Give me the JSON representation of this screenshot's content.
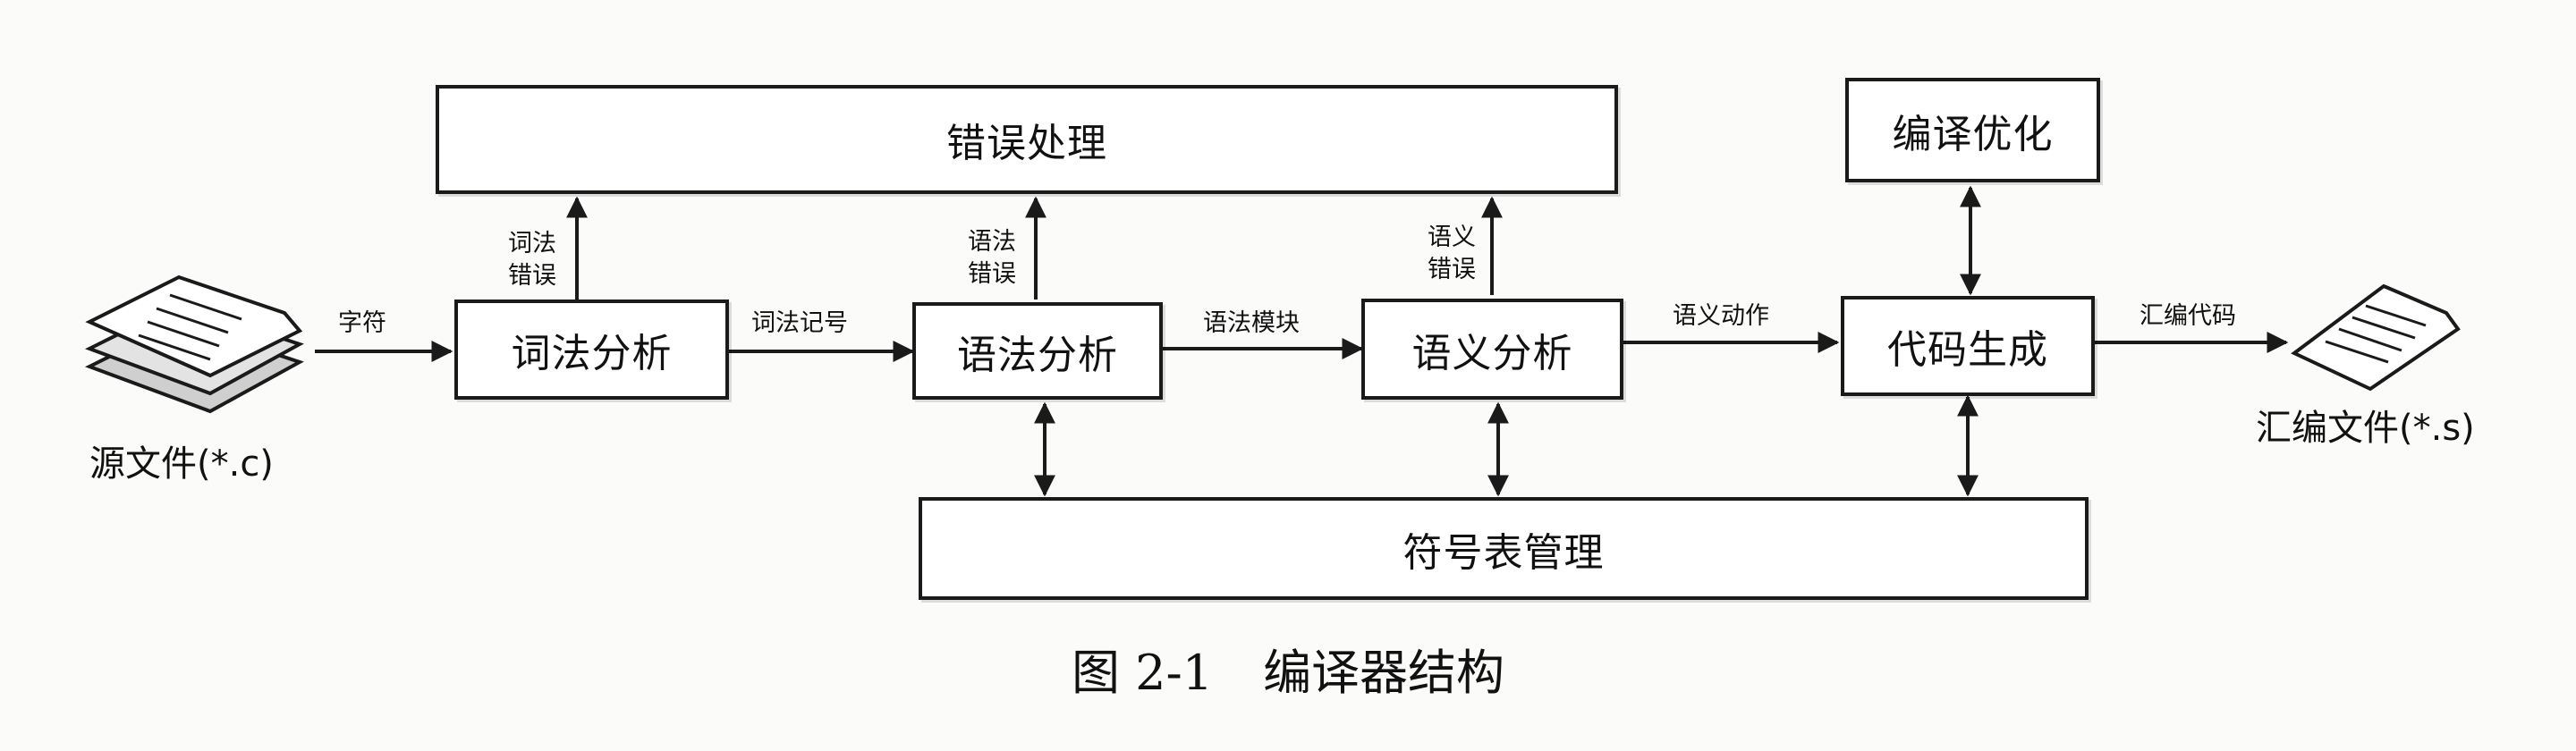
{
  "boxes": {
    "error_handling": "错误处理",
    "lexical_analysis": "词法分析",
    "syntax_analysis": "语法分析",
    "semantic_analysis": "语义分析",
    "code_generation": "代码生成",
    "code_optimization": "编译优化",
    "symbol_table": "符号表管理"
  },
  "edge_labels": {
    "chars": "字符",
    "lexical_tokens": "词法记号",
    "syntax_modules": "语法模块",
    "semantic_actions": "语义动作",
    "assembly_code": "汇编代码",
    "lexical_error": "词法\n错误",
    "syntax_error": "语法\n错误",
    "semantic_error": "语义\n错误"
  },
  "files": {
    "source": "源文件(*.c)",
    "assembly": "汇编文件(*.s)"
  },
  "caption": {
    "number": "图 2-1",
    "title": "编译器结构"
  }
}
